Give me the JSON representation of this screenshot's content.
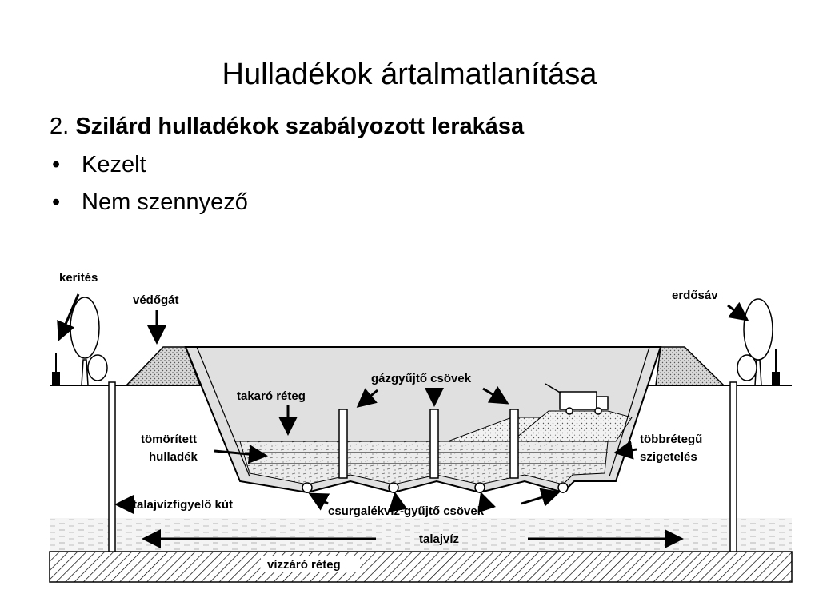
{
  "slide": {
    "title": "Hulladékok ártalmatlanítása",
    "subtitle_number": "2.",
    "subtitle_bold": "Szilárd hulladékok szabályozott lerakása",
    "bullets": [
      "Kezelt",
      "Nem szennyező"
    ],
    "bullet_glyph": "•"
  },
  "diagram": {
    "labels": {
      "kerites": "kerítés",
      "vedogat": "védőgát",
      "erdosav": "erdősáv",
      "gazgyujto": "gázgyűjtő csövek",
      "takaro": "takaró réteg",
      "tomoritett_1": "tömörített",
      "tomoritett_2": "hulladék",
      "tobbretegu_1": "többrétegű",
      "tobbretegu_2": "szigetelés",
      "talajvizfigyelo": "talajvízfigyelő kút",
      "csurgalekviz": "csurgalékvíz-gyűjtő csövek",
      "talajviz": "talajvíz",
      "vizzaro": "vízzáró réteg"
    }
  }
}
